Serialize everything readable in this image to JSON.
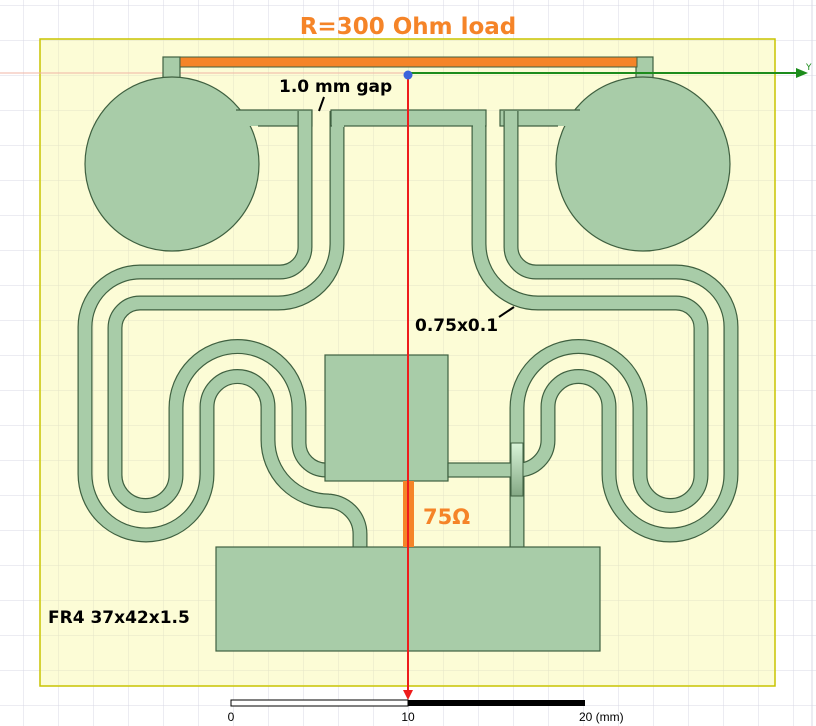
{
  "annotations": {
    "load_label": "R=300 Ohm load",
    "gap_label": "1.0 mm gap",
    "trace_label": "0.75x0.1",
    "impedance_label": "75Ω",
    "substrate_label": "FR4 37x42x1.5"
  },
  "axes": {
    "y_axis_label": "Y"
  },
  "scale_bar": {
    "ticks": [
      "0",
      "10",
      "20 (mm)"
    ]
  },
  "colors": {
    "substrate": "#fcfcd6",
    "copper": "#a8cca8",
    "copper_edge": "#3f6040",
    "load": "#f58428",
    "annotation_accent": "#f58428"
  }
}
